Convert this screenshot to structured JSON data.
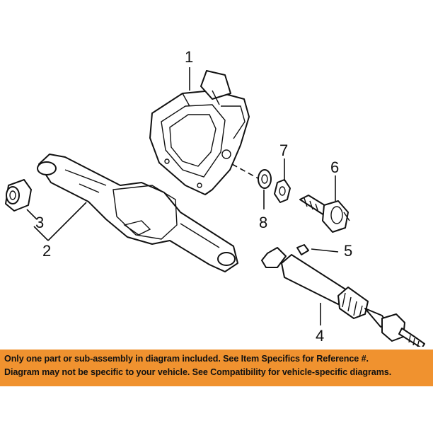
{
  "callouts": {
    "c1": "1",
    "c2": "2",
    "c3": "3",
    "c4": "4",
    "c5": "5",
    "c6": "6",
    "c7": "7",
    "c8": "8"
  },
  "banner": {
    "line1": "Only one part or sub-assembly in diagram included. See Item Specifics for Reference #.",
    "line2": "Diagram may not be specific to your vehicle. See Compatibility for vehicle-specific diagrams.",
    "color": "#f0922f"
  }
}
